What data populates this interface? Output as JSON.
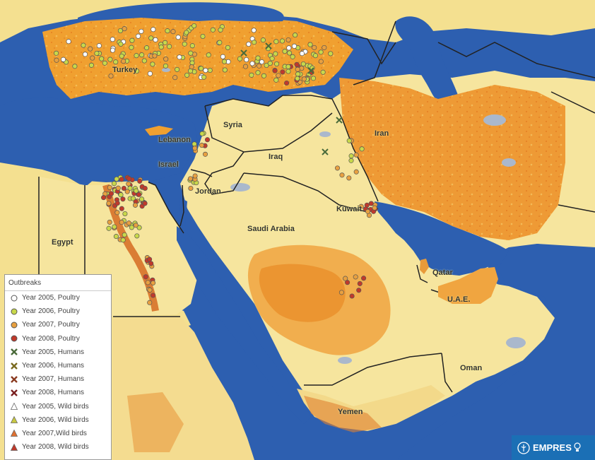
{
  "countries": [
    {
      "name": "Turkey"
    },
    {
      "name": "Syria"
    },
    {
      "name": "Lebanon"
    },
    {
      "name": "Israel"
    },
    {
      "name": "Jordan"
    },
    {
      "name": "Iraq"
    },
    {
      "name": "Iran"
    },
    {
      "name": "Kuwait"
    },
    {
      "name": "Saudi Arabia"
    },
    {
      "name": "Egypt"
    },
    {
      "name": "Qatar"
    },
    {
      "name": "U.A.E."
    },
    {
      "name": "Oman"
    },
    {
      "name": "Yemen"
    }
  ],
  "legend": {
    "title": "Outbreaks",
    "items": [
      {
        "label": "Year 2005, Poultry",
        "shape": "circle",
        "color": "#ffffff"
      },
      {
        "label": "Year 2006, Poultry",
        "shape": "circle",
        "color": "#c8d84a"
      },
      {
        "label": "Year 2007, Poultry",
        "shape": "circle",
        "color": "#e8a040"
      },
      {
        "label": "Year 2008, Poultry",
        "shape": "circle",
        "color": "#c0392b"
      },
      {
        "label": "Year 2005, Humans",
        "shape": "cross",
        "color": "#4a6b3a"
      },
      {
        "label": "Year 2006, Humans",
        "shape": "cross",
        "color": "#7a6a20"
      },
      {
        "label": "Year 2007, Humans",
        "shape": "cross",
        "color": "#8a3a20"
      },
      {
        "label": "Year 2008, Humans",
        "shape": "cross",
        "color": "#7a2020"
      },
      {
        "label": "Year 2005, Wild birds",
        "shape": "triangle",
        "color": "#ffffff"
      },
      {
        "label": "Year 2006, Wild birds",
        "shape": "triangle",
        "color": "#c8c840"
      },
      {
        "label": "Year 2007,Wild birds",
        "shape": "triangle",
        "color": "#e07030"
      },
      {
        "label": "Year 2008, Wild birds",
        "shape": "triangle",
        "color": "#c0392b"
      }
    ]
  },
  "logo": {
    "text": "EMPRES",
    "icon": "fao-logo-icon"
  },
  "colors": {
    "sea": "#2d5fb0",
    "land_light": "#f6e8a0",
    "land_mid": "#f0b040",
    "land_dark": "#e07820",
    "border": "#222222"
  }
}
